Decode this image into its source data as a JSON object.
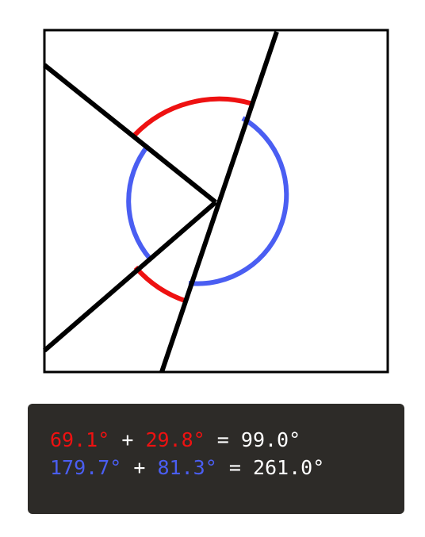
{
  "colors": {
    "red": "#ee1111",
    "blue": "#4a5ef2",
    "line": "#000000",
    "text": "#ffffff",
    "panel_bg": "#2d2b28"
  },
  "equations": {
    "red": {
      "term1": "69.1°",
      "op": "+",
      "term2": "29.8°",
      "eq": "=",
      "result": "99.0°"
    },
    "blue": {
      "term1": "179.7°",
      "op": "+",
      "term2": "81.3°",
      "eq": "=",
      "result": "261.0°"
    }
  }
}
